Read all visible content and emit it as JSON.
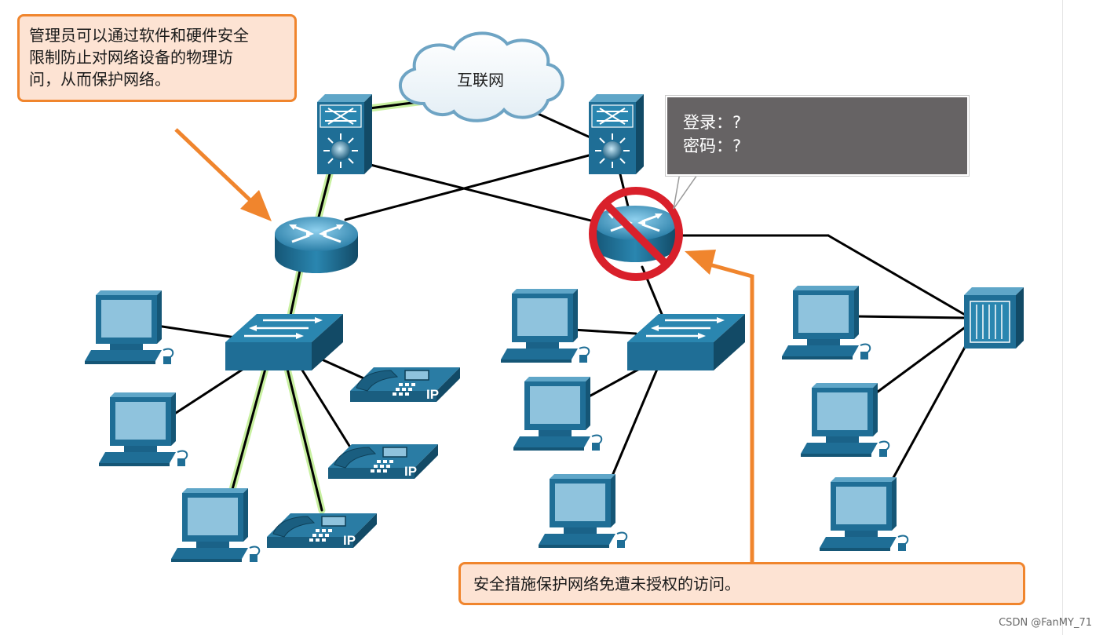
{
  "callouts": {
    "admin_line1": "管理员可以通过软件和硬件安全",
    "admin_line2": "限制防止对网络设备的物理访",
    "admin_line3": "问，从而保护网络。",
    "security": "安全措施保护网络免遭未授权的访问。"
  },
  "cloud": {
    "label": "互联网"
  },
  "login_prompt": {
    "line1": "登录：?",
    "line2": "密码：?"
  },
  "phones": {
    "label": "IP"
  },
  "watermark": "CSDN @FanMY_71",
  "colors": {
    "device": "#1f6e96",
    "device_top": "#6cb2d6",
    "screen": "#8fc3dd",
    "callout_border": "#f0852d",
    "callout_fill": "#fde3d3",
    "no_sign": "#d9202b",
    "highlight_link": "#c8f0a0"
  },
  "icons": [
    "cloud-icon",
    "multilayer-switch-icon",
    "router-icon",
    "workgroup-switch-icon",
    "pc-icon",
    "ip-phone-icon",
    "server-icon",
    "no-entry-icon",
    "arrow-icon"
  ]
}
